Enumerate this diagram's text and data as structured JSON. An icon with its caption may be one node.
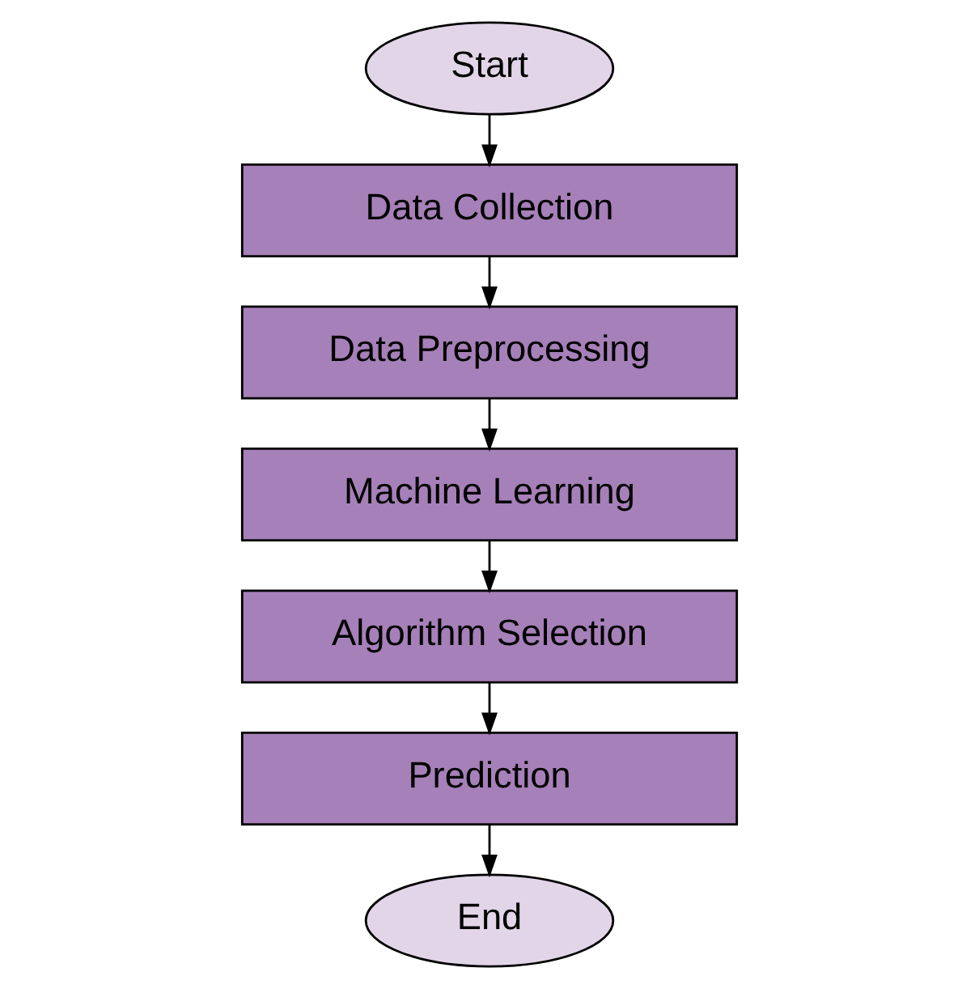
{
  "diagram": {
    "nodes": [
      {
        "text": [
          "Start"
        ]
      },
      {
        "text": [
          "Data Collection"
        ]
      },
      {
        "text": [
          "Data Preprocessing"
        ]
      },
      {
        "text": [
          "Machine Learning"
        ]
      },
      {
        "text": [
          "Algorithm Selection"
        ]
      },
      {
        "text": [
          "Prediction"
        ]
      },
      {
        "text": [
          "End"
        ]
      }
    ],
    "edges": [
      {
        "from": 0,
        "to": 1,
        "arrow": "to"
      },
      {
        "from": 1,
        "to": 2,
        "arrow": "to"
      },
      {
        "from": 2,
        "to": 3,
        "arrow": "to"
      },
      {
        "from": 3,
        "to": 4,
        "arrow": "to"
      },
      {
        "from": 4,
        "to": 5,
        "arrow": "to"
      },
      {
        "from": 5,
        "to": 6,
        "arrow": "to"
      }
    ]
  }
}
